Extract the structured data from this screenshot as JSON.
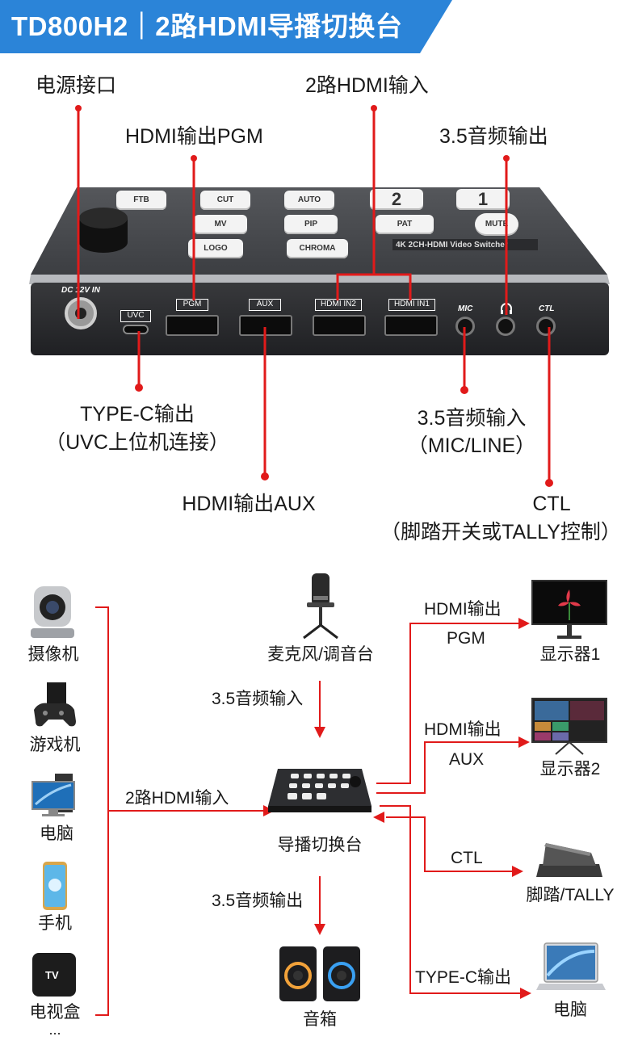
{
  "title": "TD800H2｜2路HDMI导播切换台",
  "colors": {
    "accent_blue": "#2b84d8",
    "line_red": "#e11a1a",
    "device_dark": "#3a3b3e"
  },
  "top_labels": {
    "power": "电源接口",
    "hdmi_in": "2路HDMI输入",
    "hdmi_out_pgm": "HDMI输出PGM",
    "audio_out": "3.5音频输出",
    "typec_1": "TYPE-C输出",
    "typec_2": "（UVC上位机连接）",
    "audio_in_1": "3.5音频输入",
    "audio_in_2": "（MIC/LINE）",
    "hdmi_out_aux": "HDMI输出AUX",
    "ctl_1": "CTL",
    "ctl_2": "（脚踏开关或TALLY控制）"
  },
  "device": {
    "buttons": [
      "FTB",
      "CUT",
      "AUTO",
      "2",
      "1",
      "MV",
      "PIP",
      "PAT",
      "MUTE",
      "LOGO",
      "CHROMA"
    ],
    "brand": "4K  2CH-HDMI Video Switcher",
    "port_labels": {
      "dc": "DC 12V IN",
      "uvc": "UVC",
      "pgm": "PGM",
      "aux": "AUX",
      "hdmi_in2": "HDMI IN2",
      "hdmi_in1": "HDMI IN1",
      "mic": "MIC",
      "headphone": "headphone-icon",
      "ctl": "CTL"
    }
  },
  "sources": [
    "摄像机",
    "游戏机",
    "电脑",
    "手机",
    "电视盒"
  ],
  "sources_more": "...",
  "diagram": {
    "hdmi_input": "2路HDMI输入",
    "mic_device": "麦克风/调音台",
    "audio_in": "3.5音频输入",
    "switcher": "导播切换台",
    "audio_out": "3.5音频输出",
    "speaker": "音箱",
    "pgm_line1": "HDMI输出",
    "pgm_line2": "PGM",
    "monitor1": "显示器1",
    "aux_line1": "HDMI输出",
    "aux_line2": "AUX",
    "monitor2": "显示器2",
    "ctl": "CTL",
    "pedal": "脚踏/TALLY",
    "typec_out": "TYPE-C输出",
    "laptop": "电脑"
  }
}
